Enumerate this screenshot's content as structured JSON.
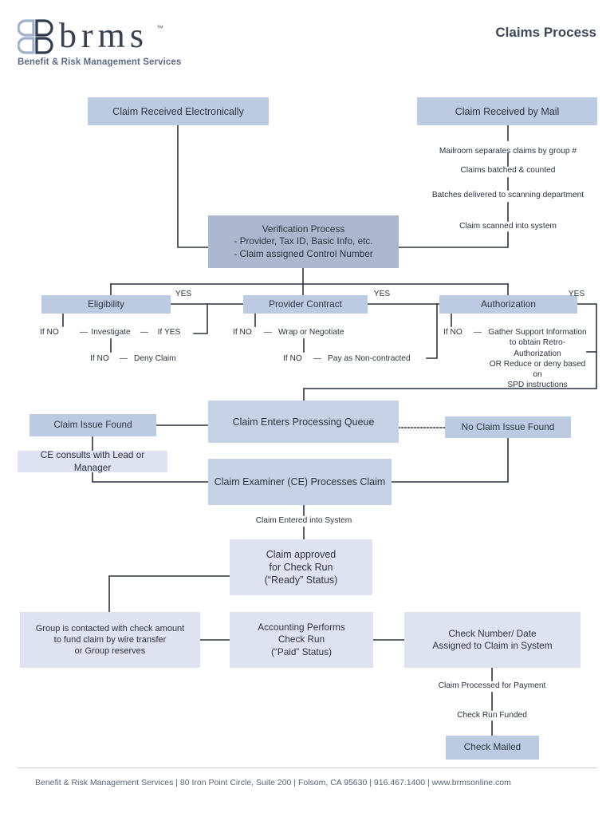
{
  "brand": {
    "wordmark": "brms",
    "trademark": "™",
    "tagline": "Benefit & Risk Management Services",
    "logo_icon": "brms-clover-logo",
    "colors": {
      "logo_light": "#9fb0c8",
      "logo_dark": "#2f3b4d",
      "fill_mid": "#bccbe2",
      "fill_dark": "#aab7cd",
      "fill_light": "#dee2f1",
      "fill_soft": "#c6d2e6",
      "line": "#2b3441",
      "text": "#2b3441",
      "footer_text": "#58637a"
    }
  },
  "header": {
    "title": "Claims Process"
  },
  "footer": {
    "text": "Benefit & Risk Management Services | 80 Iron Point Circle, Suite 200 | Folsom,  CA 95630  |  916.467.1400 | www.brmsonline.com"
  },
  "chart_data": {
    "type": "diagram",
    "title": "Claims Process",
    "nodes": [
      {
        "id": "claim-received-electronically",
        "label": "Claim Received Electronically",
        "style": "mid"
      },
      {
        "id": "claim-received-by-mail",
        "label": "Claim Received by Mail",
        "style": "mid"
      },
      {
        "id": "verification-process",
        "label": "Verification Process\n- Provider, Tax ID, Basic Info, etc.\n- Claim assigned Control Number",
        "style": "dark"
      },
      {
        "id": "eligibility",
        "label": "Eligibility",
        "style": "mid"
      },
      {
        "id": "provider-contract",
        "label": "Provider Contract",
        "style": "mid"
      },
      {
        "id": "authorization",
        "label": "Authorization",
        "style": "mid"
      },
      {
        "id": "claim-issue-found",
        "label": "Claim Issue Found",
        "style": "mid"
      },
      {
        "id": "claim-enters-processing-queue",
        "label": "Claim Enters Processing Queue",
        "style": "soft"
      },
      {
        "id": "no-claim-issue-found",
        "label": "No Claim Issue Found",
        "style": "mid"
      },
      {
        "id": "ce-consults-with-lead-or-manager",
        "label": "CE consults with Lead or Manager",
        "style": "light"
      },
      {
        "id": "claim-examiner-processes-claim",
        "label": "Claim Examiner (CE) Processes Claim",
        "style": "soft"
      },
      {
        "id": "claim-approved-for-check-run",
        "label": "Claim approved\nfor Check Run\n(“Ready” Status)",
        "style": "light"
      },
      {
        "id": "group-is-contacted",
        "label": "Group is contacted with check amount\nto fund claim by wire transfer\nor Group reserves",
        "style": "light"
      },
      {
        "id": "accounting-performs-check-run",
        "label": "Accounting Performs\nCheck Run\n(“Paid” Status)",
        "style": "light"
      },
      {
        "id": "check-number-date-assigned",
        "label": "Check Number/ Date\nAssigned to Claim in System",
        "style": "light"
      },
      {
        "id": "check-mailed",
        "label": "Check Mailed",
        "style": "mid"
      }
    ],
    "step_labels": [
      {
        "id": "mailroom-separates-claims",
        "text": "Mailroom separates claims by group #"
      },
      {
        "id": "claims-batched-counted",
        "text": "Claims batched & counted"
      },
      {
        "id": "batches-delivered-to-scanning",
        "text": "Batches delivered to scanning department"
      },
      {
        "id": "claim-scanned-into-system",
        "text": "Claim scanned into system"
      },
      {
        "id": "claim-entered-into-system",
        "text": "Claim Entered into System"
      },
      {
        "id": "claim-processed-for-payment",
        "text": "Claim Processed for Payment"
      },
      {
        "id": "check-run-funded",
        "text": "Check Run Funded"
      }
    ],
    "branch_labels": [
      {
        "id": "eligibility-yes",
        "text": "YES"
      },
      {
        "id": "eligibility-if-no",
        "text": "If NO"
      },
      {
        "id": "eligibility-investigate",
        "text": "Investigate"
      },
      {
        "id": "eligibility-if-yes",
        "text": "If YES"
      },
      {
        "id": "eligibility-if-no-2",
        "text": "If NO"
      },
      {
        "id": "eligibility-deny-claim",
        "text": "Deny Claim"
      },
      {
        "id": "provider-contract-yes",
        "text": "YES"
      },
      {
        "id": "provider-contract-if-no",
        "text": "If NO"
      },
      {
        "id": "provider-contract-wrap-or-negotiate",
        "text": "Wrap or Negotiate"
      },
      {
        "id": "provider-contract-if-no-2",
        "text": "If NO"
      },
      {
        "id": "provider-contract-pay-as-non-contracted",
        "text": "Pay as Non-contracted"
      },
      {
        "id": "authorization-yes",
        "text": "YES"
      },
      {
        "id": "authorization-if-no",
        "text": "If NO"
      },
      {
        "id": "authorization-gather-support",
        "text": "Gather Support Information\nto obtain Retro-Authorization\nOR Reduce or deny based on\nSPD instructions"
      }
    ],
    "dashes": [
      {
        "id": "dash-elig-1",
        "text": "—"
      },
      {
        "id": "dash-elig-2",
        "text": "—"
      },
      {
        "id": "dash-elig-3",
        "text": "—"
      },
      {
        "id": "dash-pc-1",
        "text": "—"
      },
      {
        "id": "dash-pc-2",
        "text": "—"
      },
      {
        "id": "dash-auth-1",
        "text": "—"
      }
    ]
  }
}
